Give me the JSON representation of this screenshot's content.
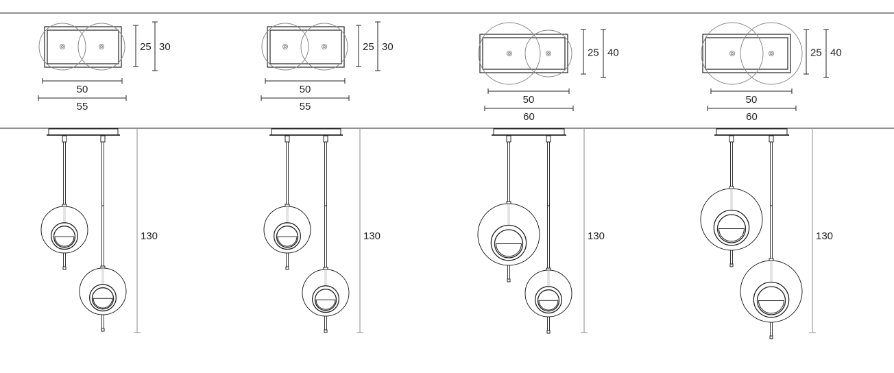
{
  "drawing": {
    "variants": [
      {
        "name": "variant-1",
        "plan_width_inner": "50",
        "plan_width_outer": "55",
        "plan_depth_inner": "25",
        "plan_depth_outer": "30",
        "height": "130",
        "globes": [
          "small",
          "small"
        ]
      },
      {
        "name": "variant-2",
        "plan_width_inner": "50",
        "plan_width_outer": "55",
        "plan_depth_inner": "25",
        "plan_depth_outer": "30",
        "height": "130",
        "globes": [
          "small",
          "small"
        ]
      },
      {
        "name": "variant-3",
        "plan_width_inner": "50",
        "plan_width_outer": "60",
        "plan_depth_inner": "25",
        "plan_depth_outer": "40",
        "height": "130",
        "globes": [
          "large",
          "small"
        ]
      },
      {
        "name": "variant-4",
        "plan_width_inner": "50",
        "plan_width_outer": "60",
        "plan_depth_inner": "25",
        "plan_depth_outer": "40",
        "height": "130",
        "globes": [
          "large",
          "large"
        ]
      }
    ],
    "colors": {
      "line": "#222222",
      "light": "#888888"
    }
  }
}
